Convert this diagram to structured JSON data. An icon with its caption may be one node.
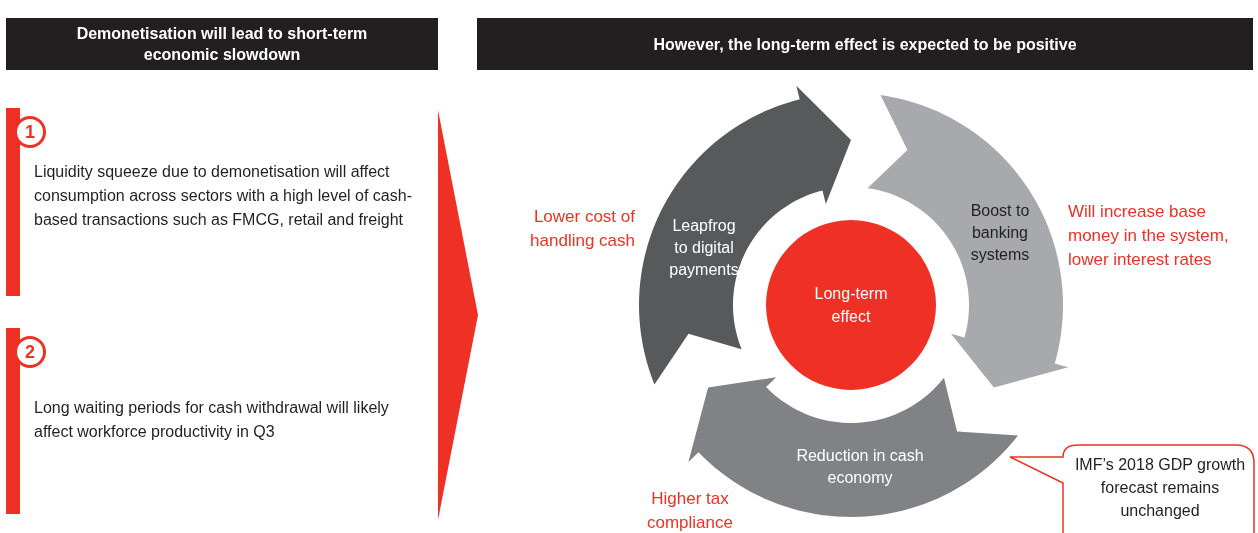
{
  "diagram": {
    "nodes": [
      {
        "text": [
          "Demonetisation will lead to short-term economic slowdown"
        ]
      },
      {
        "text": [
          "However, the long-term effect is expected to be positive"
        ]
      },
      {
        "text": [
          "1",
          "Liquidity squeeze due to demonetisation will affect consumption across sectors with a high level of cash-based transactions such as FMCG, retail and freight"
        ]
      },
      {
        "text": [
          "2",
          "Long waiting periods for cash withdrawal will likely affect workforce productivity in Q3"
        ]
      },
      {
        "text": [
          "Leapfrog to digital payments"
        ],
        "beside": [
          "Lower cost of handling cash"
        ]
      },
      {
        "text": [
          "Boost to banking systems"
        ],
        "beside": [
          "Will increase base money in the system, lower interest rates"
        ]
      },
      {
        "text": [
          "Reduction in cash economy"
        ],
        "beside": [
          "Higher tax compliance"
        ]
      },
      {
        "text": [
          "Long-term effect"
        ]
      },
      {
        "text": [
          "IMF’s 2018 GDP growth forecast remains unchanged"
        ]
      }
    ]
  }
}
